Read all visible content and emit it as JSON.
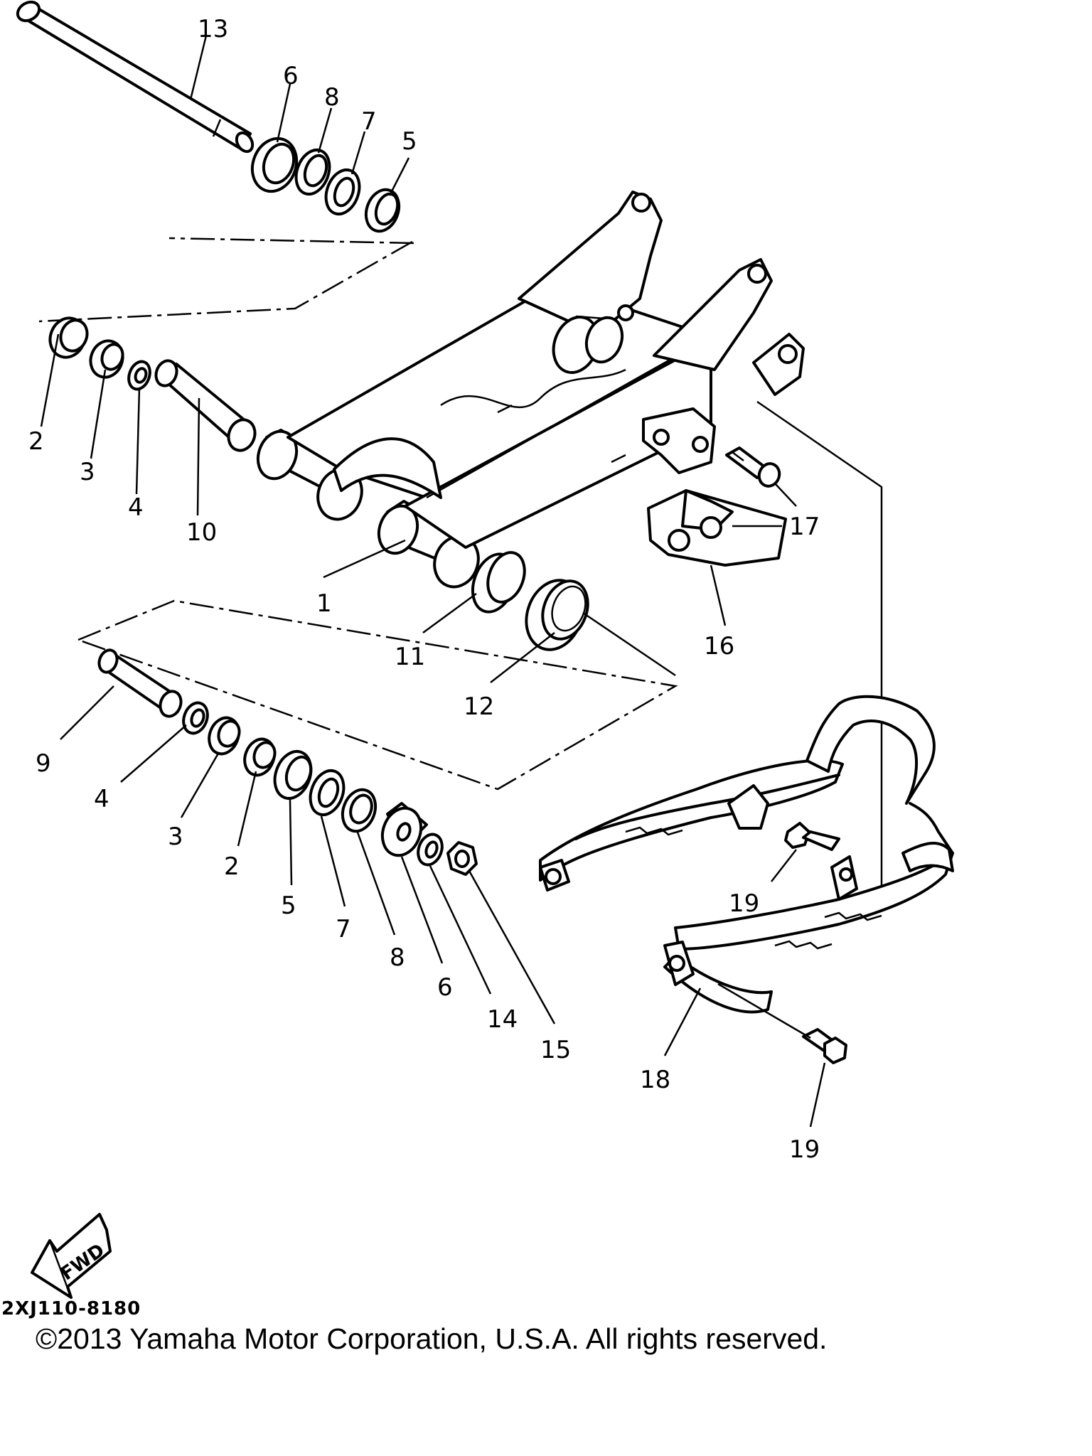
{
  "callouts": {
    "c1": "1",
    "c2a": "2",
    "c2b": "2",
    "c3a": "3",
    "c3b": "3",
    "c4a": "4",
    "c4b": "4",
    "c5a": "5",
    "c5b": "5",
    "c6a": "6",
    "c6b": "6",
    "c7a": "7",
    "c7b": "7",
    "c8a": "8",
    "c8b": "8",
    "c9": "9",
    "c10": "10",
    "c11": "11",
    "c12": "12",
    "c13": "13",
    "c14": "14",
    "c15": "15",
    "c16": "16",
    "c17": "17",
    "c18": "18",
    "c19a": "19",
    "c19b": "19"
  },
  "fwd_label": "FWD",
  "drawing_code": "2XJ110-8180",
  "copyright": "©2013 Yamaha Motor Corporation, U.S.A. All rights reserved."
}
